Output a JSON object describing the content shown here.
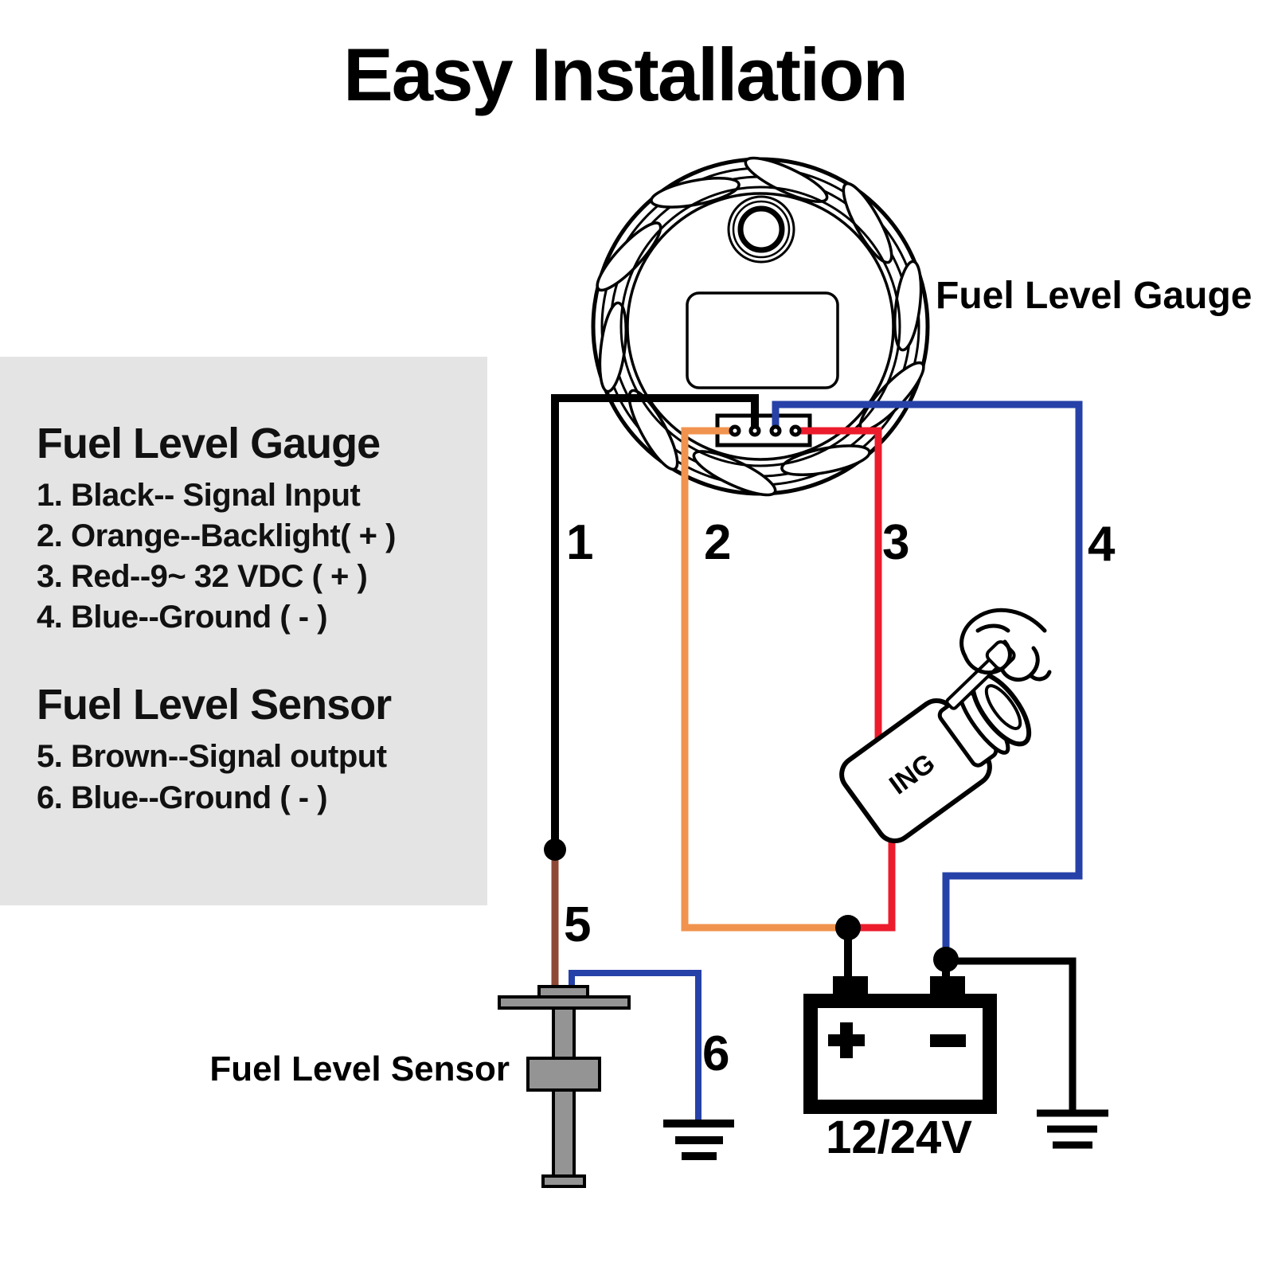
{
  "title": "Easy Installation",
  "gauge_callout": "Fuel Level Gauge",
  "sensor_callout": "Fuel Level Sensor",
  "battery_label": "12/24V",
  "ignition_label": "ING",
  "legend": {
    "gauge_heading": "Fuel Level Gauge",
    "gauge_items": [
      "1. Black-- Signal Input",
      "2. Orange--Backlight( + )",
      "3. Red--9~ 32 VDC ( + )",
      "4. Blue--Ground ( - )"
    ],
    "sensor_heading": "Fuel Level Sensor",
    "sensor_items": [
      "5. Brown--Signal output",
      "6. Blue--Ground ( - )"
    ]
  },
  "wire_labels": {
    "w1": "1",
    "w2": "2",
    "w3": "3",
    "w4": "4",
    "w5": "5",
    "w6": "6"
  },
  "colors": {
    "black": "#000000",
    "orange": "#f0934e",
    "red": "#ec1c2d",
    "blue": "#2642a8",
    "brown": "#8e4936",
    "panel_bg": "#e5e4e4",
    "sensor_fill": "#949494"
  }
}
